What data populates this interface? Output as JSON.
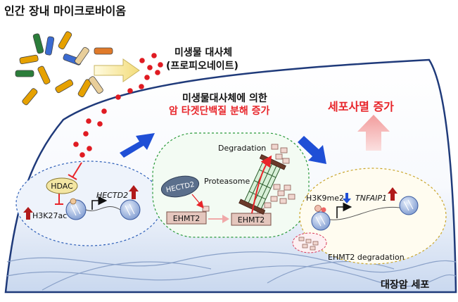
{
  "title": "인간 장내 마이크로바이옴",
  "metabolite_label": {
    "line1": "미생물 대사체",
    "line2": "(프로피오네이트)"
  },
  "mid_caption": {
    "line1": "미생물대사체에 의한",
    "line2": "암 타겟단백질 분해 증가"
  },
  "apoptosis_label": "세포사멸 증가",
  "cell_label": "대장암 세포",
  "panel1": {
    "hdac": "HDAC",
    "h3k27ac": "H3K27ac",
    "gene": "HECTD2"
  },
  "panel2": {
    "hectd2": "HECTD2",
    "ehmt2_left": "EHMT2",
    "ehmt2_right": "EHMT2",
    "degradation": "Degradation",
    "proteasome": "Proteasome"
  },
  "panel3": {
    "h3k9me2": "H3K9me2",
    "gene": "TNFAIP1",
    "ehmt2_degradation": "EHMT2  degradation"
  },
  "colors": {
    "red": "#e8252a",
    "blue_arrow": "#1f4fd6",
    "cell_edge": "#1f3a7a",
    "ehmt2_box": "#e4c6bd"
  }
}
